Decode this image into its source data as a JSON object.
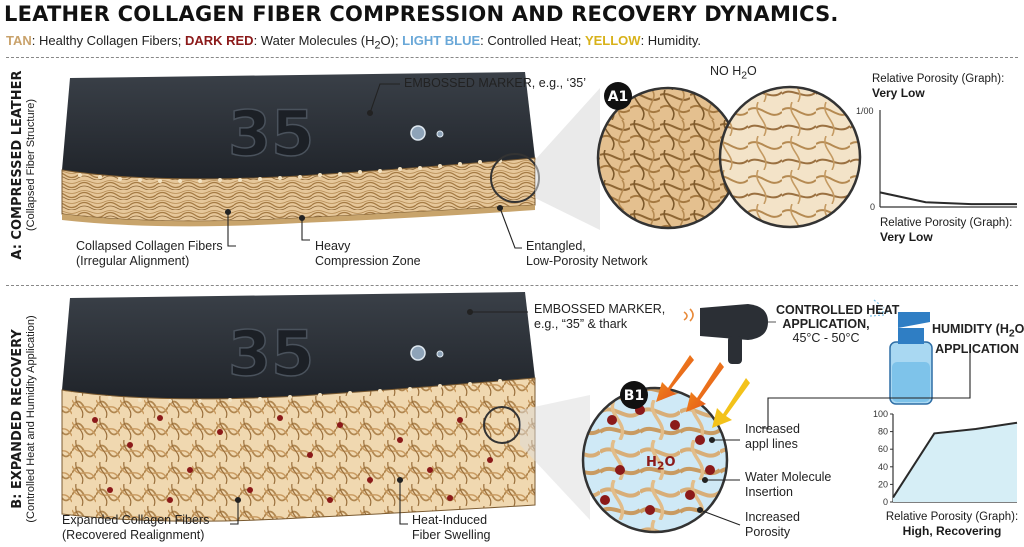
{
  "title": "LEATHER COLLAGEN FIBER COMPRESSION AND RECOVERY DYNAMICS.",
  "legend": {
    "tan_key": "TAN",
    "tan_text": ": Healthy Collagen Fibers; ",
    "red_key": "DARK RED",
    "red_text": ": Water Molecules (H",
    "red_sub": "2",
    "red_end": "O); ",
    "blue_key": "LIGHT BLUE",
    "blue_text": ": Controlled Heat; ",
    "yel_key": "YELLOW",
    "yel_text": ": Humidity."
  },
  "colors": {
    "leather_dark": "#2b3038",
    "fiber_tan": "#d9b583",
    "water_red": "#8b1a1a",
    "heat_blue": "#bfe3f2",
    "humidity_yellow": "#d8b21a"
  },
  "section_a": {
    "label": "A: COMPRESSED LEATHER",
    "sublabel": "(Collapsed Fiber Structure)",
    "embossed_number": "35",
    "embossed_callout": "EMBOSSED MARKER, e.g., ‘35’",
    "fibers_label_1": "Collapsed Collagen Fibers",
    "fibers_label_2": "(Irregular Alignment)",
    "zone_label_1": "Heavy",
    "zone_label_2": "Compression Zone",
    "network_label_1": "Entangled,",
    "network_label_2": "Low-Porosity Network",
    "circle_badge": "A1",
    "no_water_label": "NO H",
    "no_water_sub": "2",
    "no_water_end": "O",
    "graph": {
      "top_title": "Relative Porosity (Graph):",
      "top_value": "Very Low",
      "y_top_tick": "1/00",
      "y_bottom_tick": "0",
      "bottom_title": "Relative Porosity (Graph):",
      "bottom_value": "Very Low"
    }
  },
  "section_b": {
    "label": "B: EXPANDED RECOVERY",
    "sublabel": "(Controlled Heat and Humidity Application)",
    "embossed_number": "35",
    "embossed_callout_1": "EMBOSSED MARKER,",
    "embossed_callout_2": "e.g., “35” & thark",
    "heat_label_1": "CONTROLLED HEAT",
    "heat_label_2": "APPLICATION,",
    "heat_range": "45°C - 50°C",
    "humidity_label_1": "HUMIDITY (H",
    "humidity_sub": "2",
    "humidity_end": "O)",
    "humidity_label_2": "APPLICATION",
    "circle_badge": "B1",
    "circle_water": "H",
    "circle_water_sub": "2",
    "circle_water_end": "O",
    "note_lines_1": "Increased",
    "note_lines_2": "appl lines",
    "note_water_1": "Water Molecule",
    "note_water_2": "Insertion",
    "note_porosity_1": "Increased",
    "note_porosity_2": "Porosity",
    "fibers_label_1": "Expanded Collagen Fibers",
    "fibers_label_2": "(Recovered Realignment)",
    "swell_label_1": "Heat-Induced",
    "swell_label_2": "Fiber Swelling",
    "graph": {
      "y_ticks": [
        "100",
        "80",
        "60",
        "40",
        "20",
        "0"
      ],
      "bottom_title": "Relative Porosity (Graph):",
      "bottom_value": "High, Recovering"
    }
  },
  "chart_data": [
    {
      "type": "line",
      "title": "Relative Porosity (Graph): Very Low",
      "xlabel": "",
      "ylabel": "",
      "y_tick_labels": [
        "1/00",
        "0"
      ],
      "series": [
        {
          "values": [
            15,
            5,
            3,
            3
          ]
        }
      ]
    },
    {
      "type": "area",
      "title": "Relative Porosity (Graph): High, Recovering",
      "xlabel": "",
      "ylabel": "",
      "ylim": [
        0,
        100
      ],
      "yticks": [
        0,
        20,
        40,
        60,
        80,
        100
      ],
      "series": [
        {
          "values": [
            5,
            78,
            83,
            90
          ]
        }
      ]
    }
  ]
}
